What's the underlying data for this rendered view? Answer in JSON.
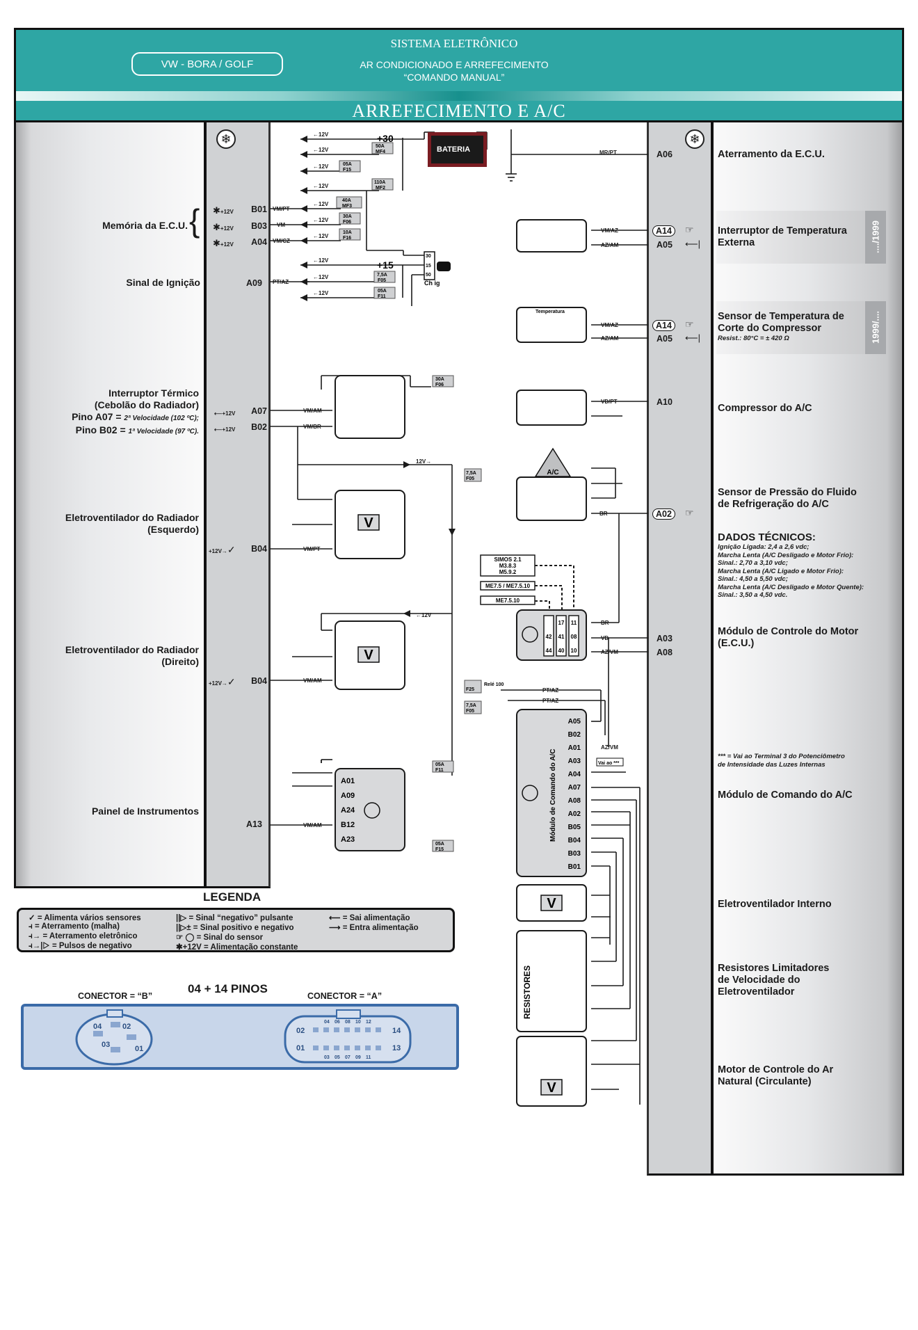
{
  "header": {
    "model": "VW - BORA / GOLF",
    "system_title": "SISTEMA ELETRÔNICO",
    "subtitle_line1": "AR CONDICIONADO E ARREFECIMENTO",
    "subtitle_line2": "“COMANDO MANUAL”",
    "banner": "ARREFECIMENTO E A/C"
  },
  "left_labels": {
    "memoria": "Memória da E.C.U.",
    "ignicao": "Sinal de Ignição",
    "interruptor_termico_1": "Interruptor Térmico",
    "interruptor_termico_2": "(Cebolão do Radiador)",
    "pino_a07_key": "Pino A07 = ",
    "pino_a07_val": "2ª Velocidade (102 ºC);",
    "pino_b02_key": "Pino B02 = ",
    "pino_b02_val": "1ª Velocidade (97 ºC).",
    "eletro_esq_1": "Eletroventilador do Radiador",
    "eletro_esq_2": "(Esquerdo)",
    "eletro_dir_1": "Eletroventilador do Radiador",
    "eletro_dir_2": "(Direito)",
    "painel": "Painel de Instrumentos"
  },
  "left_pins": [
    {
      "prefix": "+12V",
      "pin": "B01",
      "wire": "VM/PT"
    },
    {
      "prefix": "+12V",
      "pin": "B03",
      "wire": "VM"
    },
    {
      "prefix": "+12V",
      "pin": "A04",
      "wire": "VM/CZ"
    },
    {
      "prefix": "",
      "pin": "A09",
      "wire": "PT/AZ"
    },
    {
      "prefix": "+12V",
      "pin": "A07",
      "wire": "VM/AM"
    },
    {
      "prefix": "+12V",
      "pin": "B02",
      "wire": "VM/BR"
    },
    {
      "prefix": "+12V",
      "pin": "B04",
      "wire": "VM/PT"
    },
    {
      "prefix": "+12V",
      "pin": "B04",
      "wire": "VM/AM"
    },
    {
      "prefix": "",
      "pin": "A13",
      "wire": "VM/AM"
    }
  ],
  "power": {
    "battery": "BATERIA",
    "plus30": "+30",
    "plus15": "+15",
    "v12": "12V",
    "ignition_switch": "Ch ig",
    "ignition_terminals": [
      "30",
      "15",
      "50"
    ],
    "fuses": [
      {
        "amp": "50A",
        "id": "MF4"
      },
      {
        "amp": "05A",
        "id": "F15"
      },
      {
        "amp": "110A",
        "id": "MF2"
      },
      {
        "amp": "40A",
        "id": "MF3"
      },
      {
        "amp": "30A",
        "id": "F06"
      },
      {
        "amp": "10A",
        "id": "F16"
      },
      {
        "amp": "7,5A",
        "id": "F05"
      },
      {
        "amp": "05A",
        "id": "F11"
      }
    ]
  },
  "components": {
    "temp_sensor_label": "Temperatura",
    "ac_label": "A/C",
    "fan_letter": "V",
    "resistores": "RESISTORES",
    "ecu_variants": [
      "SIMOS 2.1",
      "M3.8.3",
      "M5.9.2",
      "ME7.5 / ME7.5.10",
      "ME7.5.10"
    ],
    "ecu_pins": [
      [
        "42",
        "44"
      ],
      [
        "17",
        "41",
        "40"
      ],
      [
        "11",
        "08",
        "10"
      ]
    ],
    "ac_module_label": "Módulo de Comando do A/C",
    "ac_module_pins": [
      "A05",
      "B02",
      "A01",
      "A03",
      "A04",
      "A07",
      "A08",
      "A02",
      "B05",
      "B04",
      "B03",
      "B01"
    ],
    "panel_pins": [
      "A01",
      "A09",
      "A24",
      "B12",
      "A23"
    ],
    "rele": "Relé 100",
    "vai_ao": "Vai ao ***",
    "fuse_f25": "F25",
    "fuse_f06": {
      "amp": "30A",
      "id": "F06"
    },
    "fuse_f11": {
      "amp": "05A",
      "id": "F11"
    },
    "fuse_f15": {
      "amp": "05A",
      "id": "F15"
    }
  },
  "right_pins": [
    {
      "pin": "A06",
      "wire": "MR/PT",
      "circled": false
    },
    {
      "pin": "A14",
      "wire": "VM/AZ",
      "circled": true
    },
    {
      "pin": "A05",
      "wire": "AZ/AM",
      "circled": false
    },
    {
      "pin": "A14",
      "wire": "VM/AZ",
      "circled": true
    },
    {
      "pin": "A05",
      "wire": "AZ/AM",
      "circled": false
    },
    {
      "pin": "A10",
      "wire": "VD/PT",
      "circled": false
    },
    {
      "pin": "A02",
      "wire": "BR",
      "circled": true
    },
    {
      "pin": "A03",
      "wire": "VD",
      "circled": false
    },
    {
      "pin": "A08",
      "wire": "AZ/VM",
      "circled": false
    }
  ],
  "right_labels": {
    "aterramento": "Aterramento da E.C.U.",
    "interruptor_ext_1": "Interruptor de Temperatura",
    "interruptor_ext_2": "Externa",
    "year_until": "..../1999",
    "sensor_corte_1": "Sensor de Temperatura de",
    "sensor_corte_2": "Corte do Compressor",
    "sensor_corte_note": "Resist.: 80°C = ± 420 Ω",
    "year_from": "1999/....",
    "compressor": "Compressor do A/C",
    "sensor_pressao_1": "Sensor de Pressão do Fluido",
    "sensor_pressao_2": "de Refrigeração do A/C",
    "dados_title": "DADOS TÉCNICOS:",
    "dados_lines": [
      "Ignição Ligada: 2,4 a 2,6 vdc;",
      "Marcha Lenta (A/C Desligado e Motor Frio):",
      "Sinal.: 2,70 a 3,10 vdc;",
      "Marcha Lenta (A/C Ligado e Motor Frio):",
      "Sinal.: 4,50 a 5,50 vdc;",
      "Marcha Lenta (A/C Desligado e Motor Quente):",
      "Sinal.: 3,50 a 4,50 vdc."
    ],
    "modulo_motor_1": "Módulo de Controle do Motor",
    "modulo_motor_2": "(E.C.U.)",
    "nota_asteriscos_1": "*** = Vai ao Terminal 3 do Potenciômetro",
    "nota_asteriscos_2": "de Intensidade das Luzes Internas",
    "modulo_ac": "Módulo de Comando do A/C",
    "eletro_interno": "Eletroventilador Interno",
    "resistores_1": "Resistores Limitadores",
    "resistores_2": "de Velocidade do",
    "resistores_3": "Eletroventilador",
    "motor_ar_1": "Motor de Controle do Ar",
    "motor_ar_2": "Natural (Circulante)"
  },
  "legend": {
    "title": "LEGENDA",
    "items": [
      {
        "symbol": "✓",
        "text": "= Alimenta vários sensores"
      },
      {
        "symbol": "||▷",
        "text": "= Sinal “negativo” pulsante"
      },
      {
        "symbol": "⟵",
        "text": "= Sai alimentação"
      },
      {
        "symbol": "⫞",
        "text": "= Aterramento (malha)"
      },
      {
        "symbol": "||▷±",
        "text": "= Sinal positivo e negativo"
      },
      {
        "symbol": "⟶",
        "text": "= Entra alimentação"
      },
      {
        "symbol": "⫞→",
        "text": "= Aterramento eletrônico"
      },
      {
        "symbol": "☞ ◯",
        "text": "= Sinal do sensor"
      },
      {
        "symbol": "⫞→|▷",
        "text": "= Pulsos de negativo"
      },
      {
        "symbol": "✱+12V",
        "text": "= Alimentação constante"
      }
    ]
  },
  "connector": {
    "title": "04 + 14 PINOS",
    "b_label": "CONECTOR = “B”",
    "a_label": "CONECTOR = “A”",
    "b_pins": [
      "04",
      "02",
      "03",
      "01"
    ],
    "a_top_left": "02",
    "a_top_right": "14",
    "a_bottom_left": "01",
    "a_bottom_right": "13",
    "a_top_nums": [
      "04",
      "06",
      "08",
      "10",
      "12"
    ],
    "a_bottom_nums": [
      "03",
      "05",
      "07",
      "09",
      "11"
    ]
  },
  "colors": {
    "header_teal": "#2ea6a4",
    "panel_grey": "#d0d2d4",
    "battery_border": "#7a1c22",
    "connector_blue": "#3b6ba8"
  }
}
